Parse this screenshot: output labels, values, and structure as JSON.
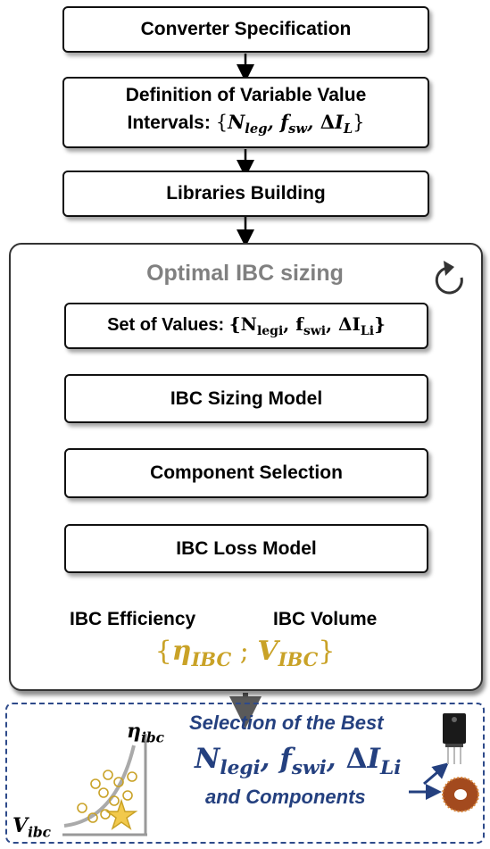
{
  "steps": {
    "spec": "Converter Specification",
    "intervals_line1": "Definition of Variable Value",
    "intervals_line2": "Intervals:",
    "libraries": "Libraries Building",
    "set_values": "Set of Values:",
    "sizing_model": "IBC Sizing Model",
    "component_selection": "Component Selection",
    "loss_model": "IBC Loss Model"
  },
  "optimal": {
    "title": "Optimal IBC sizing",
    "efficiency": "IBC Efficiency",
    "volume": "IBC Volume"
  },
  "selection": {
    "line1": "Selection of the Best",
    "line3": "and Components"
  },
  "plot": {
    "y_label": "η",
    "y_sub": "ibc",
    "x_label": "V",
    "x_sub": "ibc"
  },
  "colors": {
    "accent_gold": "#c9a227",
    "selection_blue": "#24407f",
    "arrow_gray": "#5a5a5a"
  },
  "icons": [
    "refresh-icon",
    "transistor-icon",
    "toroid-inductor-icon",
    "star-icon"
  ]
}
